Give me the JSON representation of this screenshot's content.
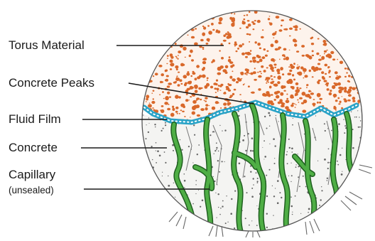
{
  "labels": {
    "torus_material": "Torus Material",
    "concrete_peaks": "Concrete Peaks",
    "fluid_film": "Fluid Film",
    "concrete": "Concrete",
    "capillary": "Capillary",
    "capillary_note": "(unsealed)"
  },
  "colors": {
    "torus": "#d9682a",
    "fluid": "#2aa3c7",
    "capillary": "#3f9a3a",
    "capillary_dark": "#1f5f1f",
    "outline": "#555555",
    "leader": "#1a1a1a"
  }
}
